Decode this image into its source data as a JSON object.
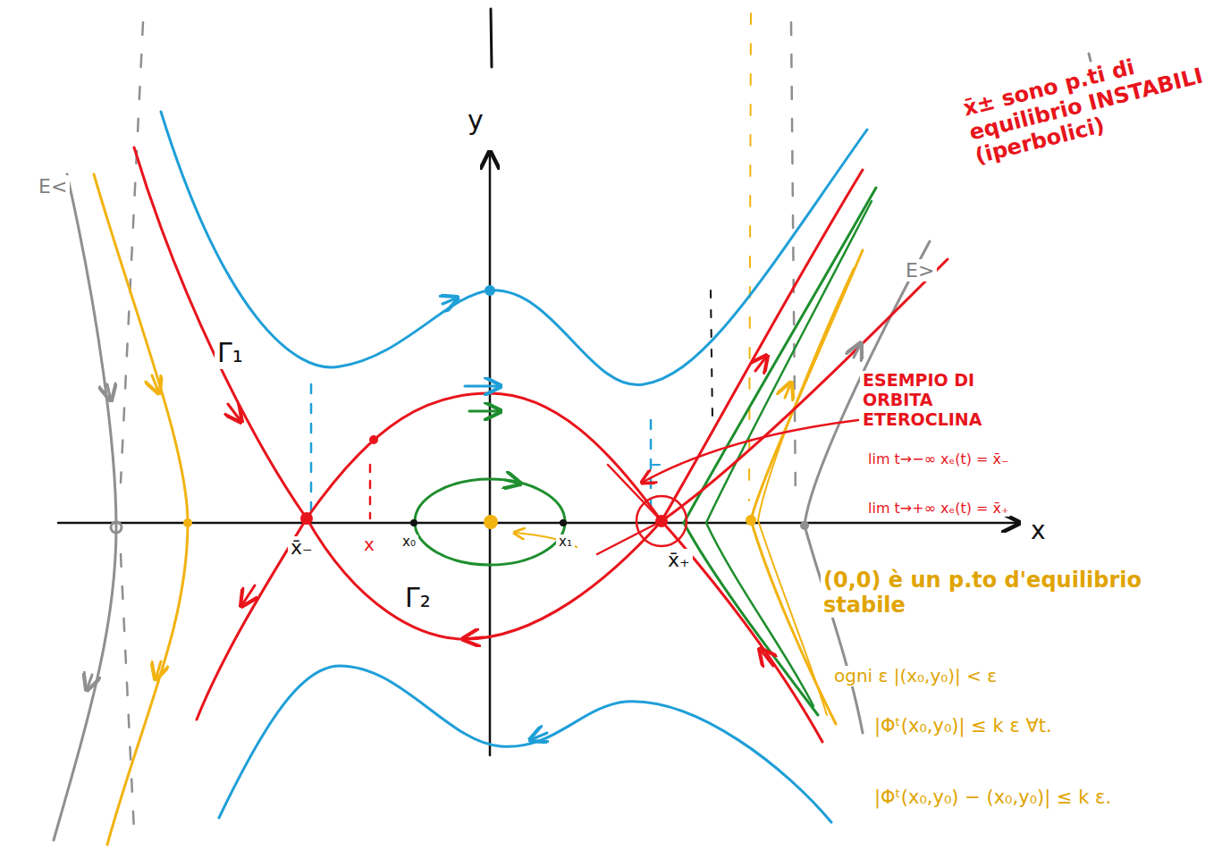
{
  "diagram": {
    "labels": [
      "y",
      "x",
      "x̄₋",
      "x",
      "x₀",
      "x₁",
      "x̄₊",
      "Γ₁",
      "Γ₂",
      "E<",
      "E>",
      "x̄± sono p.ti di equilibrio INSTABILI (iperbolici)",
      "ESEMPIO DI ORBITA ETEROCLINA",
      "lim t→−∞ xₑ(t) = x̄₋",
      "lim t→+∞ xₑ(t) = x̄₊",
      "(0,0) è un p.to d'equilibrio stabile",
      "ogni ε |(x₀,y₀)| < ε",
      "|Φᵗ(x₀,y₀)| ≤ k ε ∀t.",
      "|Φᵗ(x₀,y₀) − (x₀,y₀)| ≤ k ε."
    ]
  }
}
